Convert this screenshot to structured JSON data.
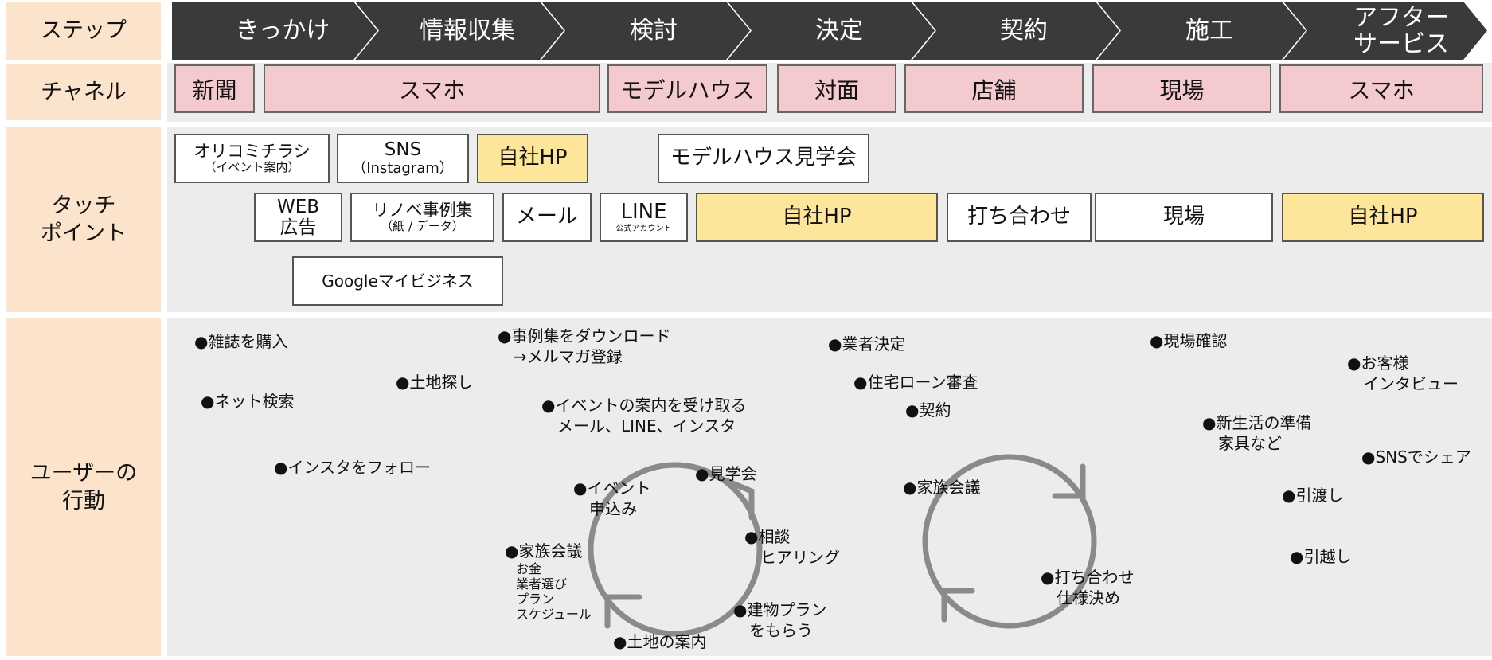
{
  "labels": {
    "step": "ステップ",
    "channel": "チャネル",
    "touchpoint_1": "タッチ",
    "touchpoint_2": "ポイント",
    "action_1": "ユーザーの",
    "action_2": "行動"
  },
  "steps": [
    "きっかけ",
    "情報収集",
    "検討",
    "決定",
    "契約",
    "施工",
    "アフター",
    "サービス"
  ],
  "channels": [
    "新聞",
    "スマホ",
    "モデルハウス",
    "対面",
    "店舗",
    "現場",
    "スマホ"
  ],
  "touchpoints": {
    "orikomi": "オリコミチラシ",
    "orikomi_sub": "（イベント案内）",
    "sns": "SNS",
    "sns_sub": "（Instagram）",
    "hp1": "自社HP",
    "modelhouse": "モデルハウス見学会",
    "web_1": "WEB",
    "web_2": "広告",
    "renove": "リノベ事例集",
    "renove_sub": "（紙 / データ）",
    "mail": "メール",
    "line": "LINE",
    "line_sub": "公式アカウント",
    "hp2": "自社HP",
    "uchiawase": "打ち合わせ",
    "genba": "現場",
    "hp3": "自社HP",
    "google": "Googleマイビジネス"
  },
  "actions": {
    "a1": "●雑誌を購入",
    "a2": "●ネット検索",
    "a3": "●インスタをフォロー",
    "a4": "●土地探し",
    "a5_1": "●事例集をダウンロード",
    "a5_2": "→メルマガ登録",
    "a6_1": "●イベントの案内を受け取る",
    "a6_2": "メール、LINE、インスタ",
    "a7_1": "●イベント",
    "a7_2": "申込み",
    "a8": "●見学会",
    "a9_1": "●相談",
    "a9_2": "ヒアリング",
    "a10": "●家族会議",
    "a10_n1": "お金",
    "a10_n2": "業者選び",
    "a10_n3": "プラン",
    "a10_n4": "スケジュール",
    "a11_1": "●建物プラン",
    "a11_2": "をもらう",
    "a12": "●土地の案内",
    "a13": "●業者決定",
    "a14": "●住宅ローン審査",
    "a15": "●契約",
    "a16": "●家族会議",
    "a17_1": "●打ち合わせ",
    "a17_2": "仕様決め",
    "a18": "●現場確認",
    "a19_1": "●新生活の準備",
    "a19_2": "家具など",
    "a20": "●引渡し",
    "a21": "●引越し",
    "a22_1": "●お客様",
    "a22_2": "インタビュー",
    "a23": "●SNSでシェア"
  },
  "colors": {
    "label_bg": "#fce4cc",
    "band_bg": "#ececec",
    "step_bg": "#3a3a3a",
    "channel_bg": "#f3cacd",
    "highlight": "#fde59a",
    "cycle_stroke": "#8a8a8a"
  }
}
